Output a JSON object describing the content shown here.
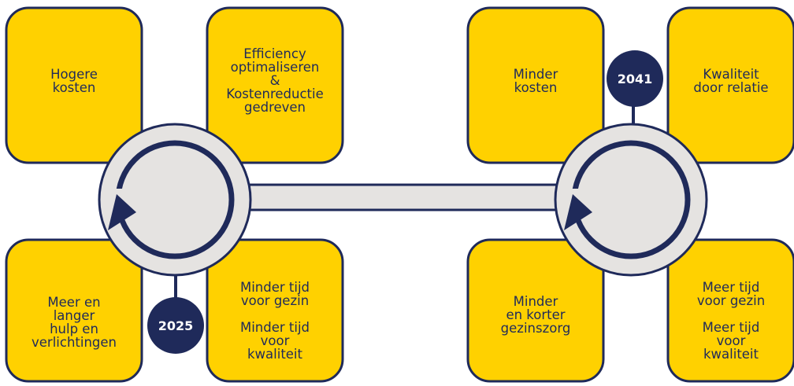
{
  "colors": {
    "box": "#ffd100",
    "navy": "#1f2a5a",
    "grey": "#e5e3e1"
  },
  "left": {
    "year": "2025",
    "top_left": [
      "Hogere",
      "kosten"
    ],
    "top_right": [
      "Efficiency",
      "optimaliseren",
      "&",
      "Kostenreductie",
      "gedreven"
    ],
    "bottom_left": [
      "Meer en",
      "langer",
      "hulp en",
      "verlichtingen"
    ],
    "bottom_right": {
      "line1": [
        "Minder tijd",
        "voor gezin"
      ],
      "line2": [
        "Minder tijd",
        "voor",
        "kwaliteit"
      ]
    }
  },
  "right": {
    "year": "2041",
    "top_left": [
      "Minder",
      "kosten"
    ],
    "top_right": [
      "Kwaliteit",
      "door relatie"
    ],
    "bottom_left": [
      "Minder",
      "en korter",
      "gezinszorg"
    ],
    "bottom_right": {
      "line1": [
        "Meer tijd",
        "voor gezin"
      ],
      "line2": [
        "Meer tijd",
        "voor",
        "kwaliteit"
      ]
    }
  }
}
